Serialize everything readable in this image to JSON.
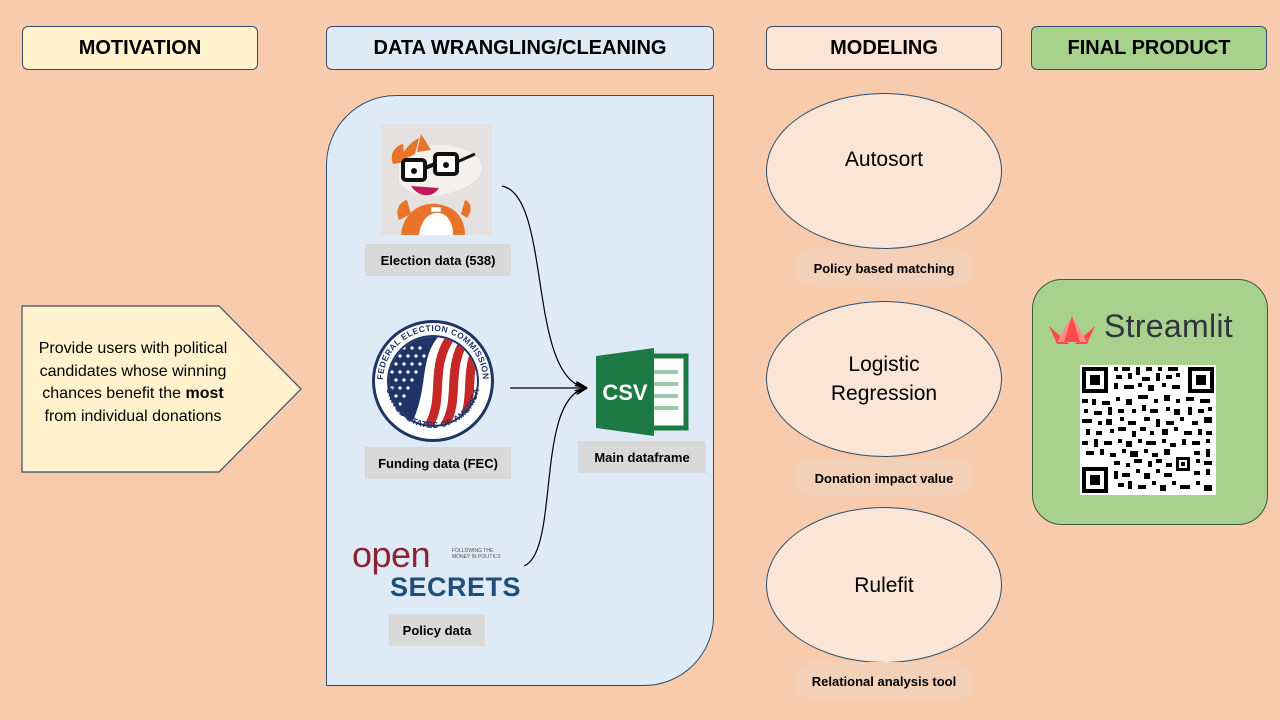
{
  "headers": {
    "motivation": "MOTIVATION",
    "wrangling": "DATA WRANGLING/CLEANING",
    "modeling": "MODELING",
    "final": "FINAL PRODUCT"
  },
  "motivation": {
    "line1": "Provide users with political",
    "line2": "candidates whose winning",
    "line3_pre": "chances benefit the ",
    "line3_bold": "most",
    "line4": "from individual donations"
  },
  "sources": {
    "election_label": "Election data (538)",
    "funding_label": "Funding data (FEC)",
    "policy_label": "Policy data",
    "main_label": "Main dataframe",
    "csv_text": "CSV",
    "open_text": "open",
    "secrets_text": "SECRETS",
    "opensecrets_tagline_1": "FOLLOWING THE",
    "opensecrets_tagline_2": "MONEY IN POLITICS",
    "fec_ring_text": "FEDERAL ELECTION COMMISSION",
    "fec_ring_text_bottom": "UNITED STATES OF AMERICA"
  },
  "modeling": {
    "autosort": "Autosort",
    "logistic_1": "Logistic",
    "logistic_2": "Regression",
    "rulefit": "Rulefit",
    "policy_matching": "Policy based matching",
    "donation_impact": "Donation impact value",
    "relational_tool": "Relational analysis tool"
  },
  "final": {
    "streamlit": "Streamlit"
  },
  "colors": {
    "background": "#f8cbad",
    "motivation_fill": "#fff2cc",
    "wrangling_fill": "#deebf7",
    "modeling_fill": "#fbe5d6",
    "final_fill": "#a9d18e",
    "csv_green": "#1d7a45",
    "streamlit_red": "#ff4b4b"
  }
}
